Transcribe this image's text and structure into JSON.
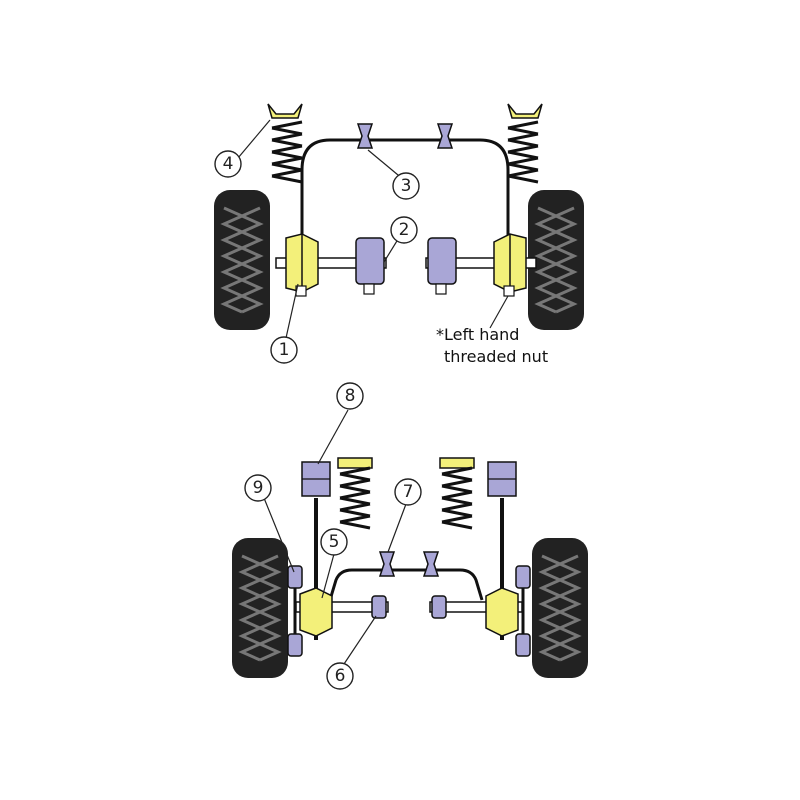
{
  "colors": {
    "bush_yellow": "#F3F07A",
    "bush_purple": "#A9A6D6",
    "tyre": "#222222",
    "outline": "#111111",
    "metal": "#ffffff"
  },
  "callouts": {
    "c1": "1",
    "c2": "2",
    "c3": "3",
    "c4": "4",
    "c5": "5",
    "c6": "6",
    "c7": "7",
    "c8": "8",
    "c9": "9"
  },
  "note": {
    "line1": "*Left hand",
    "line2": "threaded nut"
  }
}
